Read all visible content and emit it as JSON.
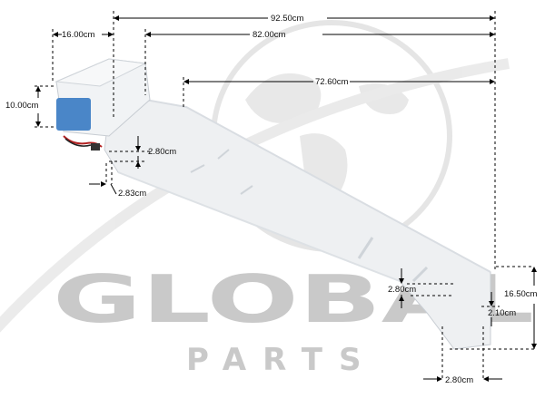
{
  "watermark": {
    "brand": "GLOBAL",
    "subtitle": "PARTS",
    "color": "#c8c8c8"
  },
  "dimensions": {
    "total_length": "92.50cm",
    "mid_length": "82.00cm",
    "inner_length": "72.60cm",
    "head_width": "16.00cm",
    "head_height": "10.00cm",
    "step_height": "2.80cm",
    "step_offset": "2.83cm",
    "end_height": "16.50cm",
    "end_notch_height": "2.80cm",
    "end_notch_small": "2.10cm",
    "end_notch_width": "2.80cm"
  },
  "colors": {
    "product": "#eef0f2",
    "product_edge": "#c9ced4",
    "sensor_blue": "#4a86c8",
    "dim_line": "#000000"
  }
}
